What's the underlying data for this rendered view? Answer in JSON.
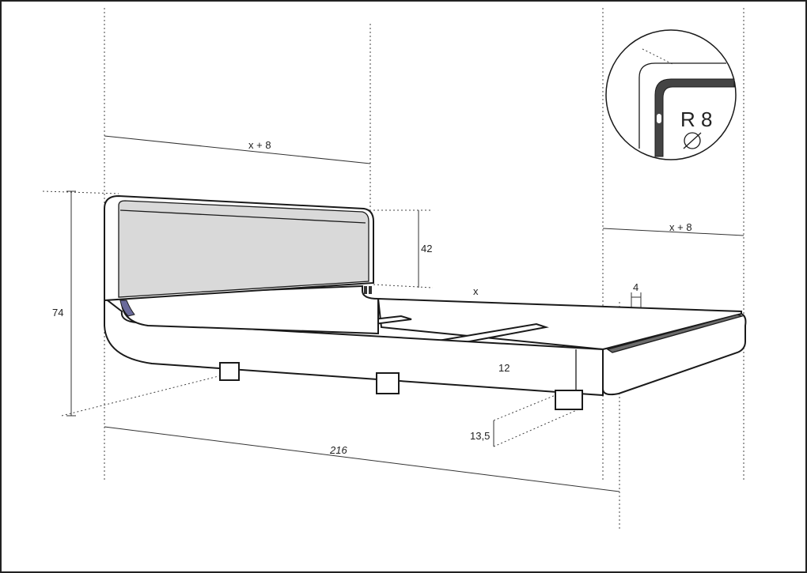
{
  "dimensions": {
    "head_width": "x + 8",
    "foot_width": "x + 8",
    "total_height": "74",
    "headboard_height": "42",
    "inner_length": "x",
    "rail_thickness": "4",
    "frame_height": "12",
    "leg_height": "13,5",
    "total_length": "216",
    "corner_radius": "R 8"
  },
  "colors": {
    "line": "#1a1a1a",
    "headboard_fill": "#d9d9d9",
    "rail_fill": "#6b6b6b",
    "accent": "#6a6a9a"
  }
}
